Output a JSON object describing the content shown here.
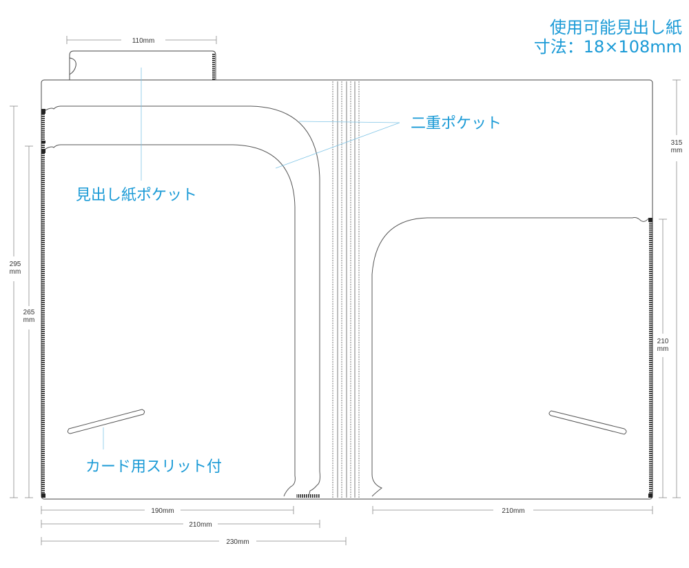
{
  "colors": {
    "accent": "#1a9ad6",
    "outline": "#444444",
    "dim_line": "#888888",
    "perforation": "#222222"
  },
  "spec": {
    "line1": "使用可能見出し紙",
    "line2": "寸法：18×108mm"
  },
  "labels": {
    "index_pocket": "見出し紙ポケット",
    "double_pocket": "二重ポケット",
    "card_slit": "カード用スリット付"
  },
  "dimensions": {
    "tab_width": "110mm",
    "inner_pocket_width": "190mm",
    "left_panel_width": "210mm",
    "overall_left_width": "230mm",
    "right_panel_width": "210mm",
    "left_outer_height": "295\nmm",
    "left_inner_height": "265\nmm",
    "right_total_height": "315\nmm",
    "right_pocket_height": "210\nmm"
  }
}
